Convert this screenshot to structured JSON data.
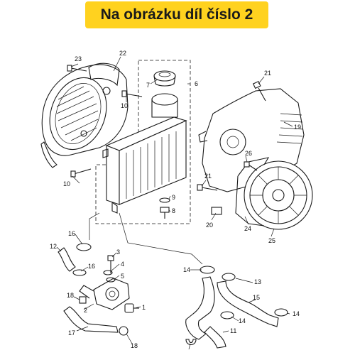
{
  "banner": {
    "text": "Na obrázku díl číslo 2",
    "color": "#ffd21f"
  },
  "callouts": {
    "c1": "1",
    "c2": "2",
    "c3": "3",
    "c4": "4",
    "c5": "5",
    "c6": "6",
    "c7": "7",
    "c8": "8",
    "c9": "9",
    "c10a": "10",
    "c10b": "10",
    "c11": "11",
    "c12": "12",
    "c13": "13",
    "c14a": "14",
    "c14b": "14",
    "c14c": "14",
    "c15": "15",
    "c16a": "16",
    "c16b": "16",
    "c17": "17",
    "c18a": "18",
    "c18b": "18",
    "c19": "19",
    "c20": "20",
    "c21a": "21",
    "c21b": "21",
    "c22": "22",
    "c23": "23",
    "c24": "24",
    "c25": "25",
    "c26": "26"
  }
}
